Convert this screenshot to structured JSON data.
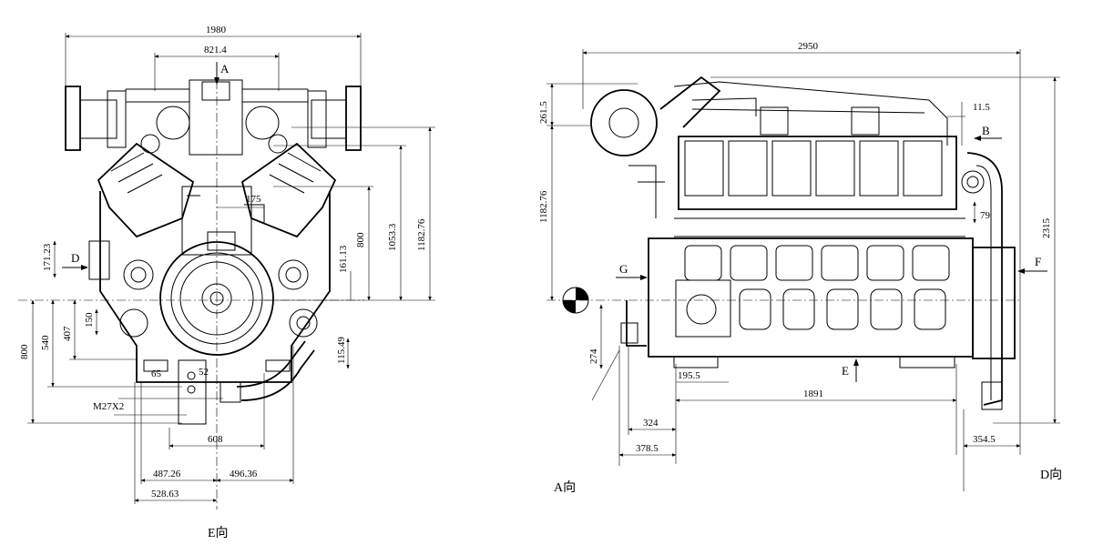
{
  "front_view": {
    "dims": {
      "w1980": "1980",
      "w821": "821.4",
      "w175": "175",
      "h171": "171.23",
      "h161": "161.13",
      "h150": "150",
      "h407": "407",
      "h540": "540",
      "h800": "800",
      "h800b": "800",
      "h1053": "1053.3",
      "h1182": "1182.76",
      "h115": "115.49",
      "w65": "65",
      "w52": "52",
      "w608": "608",
      "w487": "487.26",
      "w496": "496.36",
      "w528": "528.63",
      "thread": "M27X2"
    },
    "labels": {
      "a": "A",
      "d": "D"
    },
    "view_label": "E向"
  },
  "side_view": {
    "dims": {
      "w2950": "2950",
      "h261": "261.5",
      "h1182": "1182.76",
      "w11": "11.5",
      "h79": "79",
      "h2315": "2315",
      "h274": "274",
      "w195": "195.5",
      "w1891": "1891",
      "w324": "324",
      "w378": "378.5",
      "w354": "354.5"
    },
    "labels": {
      "b": "B",
      "f": "F",
      "g": "G",
      "e": "E"
    },
    "view_a": "A向",
    "view_d": "D向"
  }
}
